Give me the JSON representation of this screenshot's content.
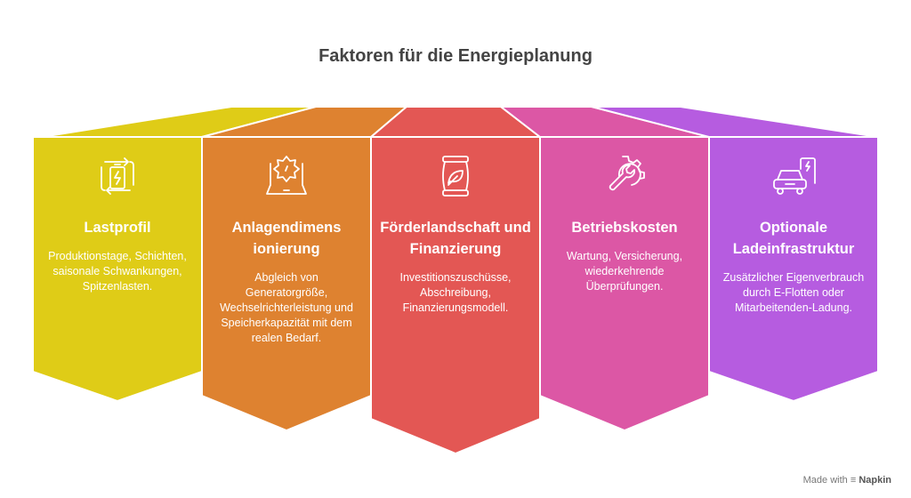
{
  "title": "Faktoren für die Energieplanung",
  "colors": {
    "yellow": "#DFCC17",
    "orange": "#DE8230",
    "red": "#E35754",
    "pink": "#DC57A5",
    "purple": "#B65CE0"
  },
  "columns": [
    {
      "title": "Lastprofil",
      "desc": "Produktionstage, Schichten, saisonale Schwankungen, Spitzenlasten.",
      "icon": "battery-cycle-icon"
    },
    {
      "title": "Anlagendimens ionierung",
      "desc": "Abgleich von Generatorgröße, Wechselrichterleistung und Speicherkapazität mit dem realen Bedarf.",
      "icon": "laptop-gear-icon"
    },
    {
      "title": "Förderlandschaft und Finanzierung",
      "desc": "Investitionszuschüsse, Abschreibung, Finanzierungsmodell.",
      "icon": "leaf-bag-icon"
    },
    {
      "title": "Betriebskosten",
      "desc": "Wartung, Versicherung, wiederkehrende Überprüfungen.",
      "icon": "wrench-gear-icon"
    },
    {
      "title": "Optionale Ladeinfrastruktur",
      "desc": "Zusätzlicher Eigenverbrauch durch E-Flotten oder Mitarbeitenden-Ladung.",
      "icon": "ev-charging-icon"
    }
  ],
  "footer": {
    "prefix": "Made with",
    "brand": "Napkin"
  }
}
